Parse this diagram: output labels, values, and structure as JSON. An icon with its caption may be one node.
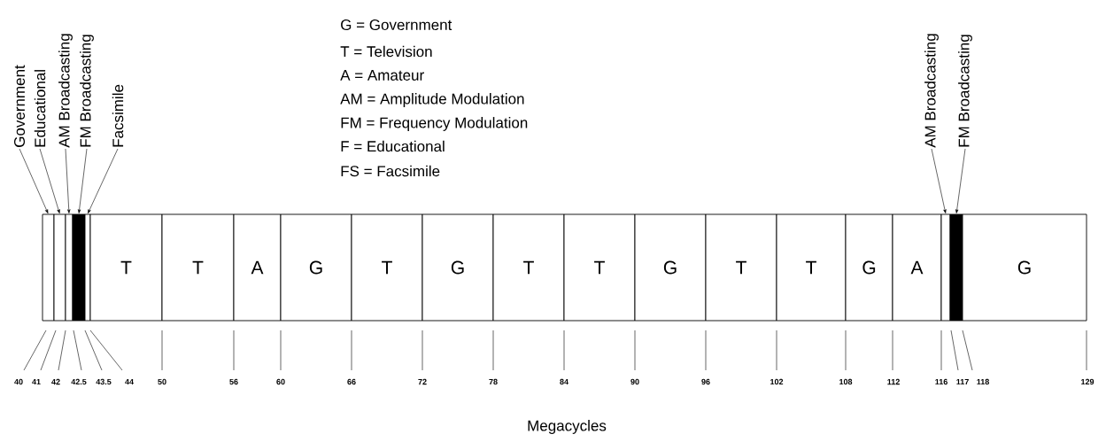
{
  "diagram": {
    "nodes": [
      {
        "text": [],
        "shape": "bar"
      },
      {
        "text": [],
        "shape": "bar"
      },
      {
        "text": [],
        "shape": "bar"
      },
      {
        "text": [],
        "shape": "bar"
      },
      {
        "text": [],
        "shape": "bar"
      },
      {
        "text": [
          "T"
        ]
      },
      {
        "text": [
          "T"
        ]
      },
      {
        "text": [
          "A"
        ]
      },
      {
        "text": [
          "G"
        ]
      },
      {
        "text": [
          "T"
        ]
      },
      {
        "text": [
          "G"
        ]
      },
      {
        "text": [
          "T"
        ]
      },
      {
        "text": [
          "T"
        ]
      },
      {
        "text": [
          "G"
        ]
      },
      {
        "text": [
          "T"
        ]
      },
      {
        "text": [
          "T"
        ]
      },
      {
        "text": [
          "G"
        ]
      },
      {
        "text": [
          "A"
        ]
      },
      {
        "text": [],
        "shape": "bar"
      },
      {
        "text": [],
        "shape": "bar"
      },
      {
        "text": [
          "G"
        ]
      },
      {
        "text": [
          "Government"
        ]
      },
      {
        "text": [
          "Educational"
        ]
      },
      {
        "text": [
          "AM Broadcasting"
        ]
      },
      {
        "text": [
          "FM Broadcasting"
        ]
      },
      {
        "text": [
          "Facsimile"
        ]
      },
      {
        "text": [
          "AM Broadcasting"
        ]
      },
      {
        "text": [
          "FM Broadcasting"
        ]
      }
    ],
    "edges": [
      {
        "from": 21,
        "to": 0,
        "arrow": "to"
      },
      {
        "from": 22,
        "to": 1,
        "arrow": "to"
      },
      {
        "from": 23,
        "to": 2,
        "arrow": "to"
      },
      {
        "from": 24,
        "to": 3,
        "arrow": "to"
      },
      {
        "from": 25,
        "to": 4,
        "arrow": "to"
      },
      {
        "from": 26,
        "to": 18,
        "arrow": "to"
      },
      {
        "from": 27,
        "to": 19,
        "arrow": "to"
      }
    ],
    "labels": [
      "G = Government",
      "T = Television",
      "A = Amateur",
      "AM = Amplitude Modulation",
      "FM = Frequency Modulation",
      "F = Educational",
      "FS = Facsimile",
      "40",
      "41",
      "42",
      "42.5",
      "43.5",
      "44",
      "50",
      "56",
      "60",
      "66",
      "72",
      "78",
      "84",
      "90",
      "96",
      "102",
      "108",
      "112",
      "116",
      "117",
      "118",
      "129",
      "Megacycles"
    ]
  }
}
